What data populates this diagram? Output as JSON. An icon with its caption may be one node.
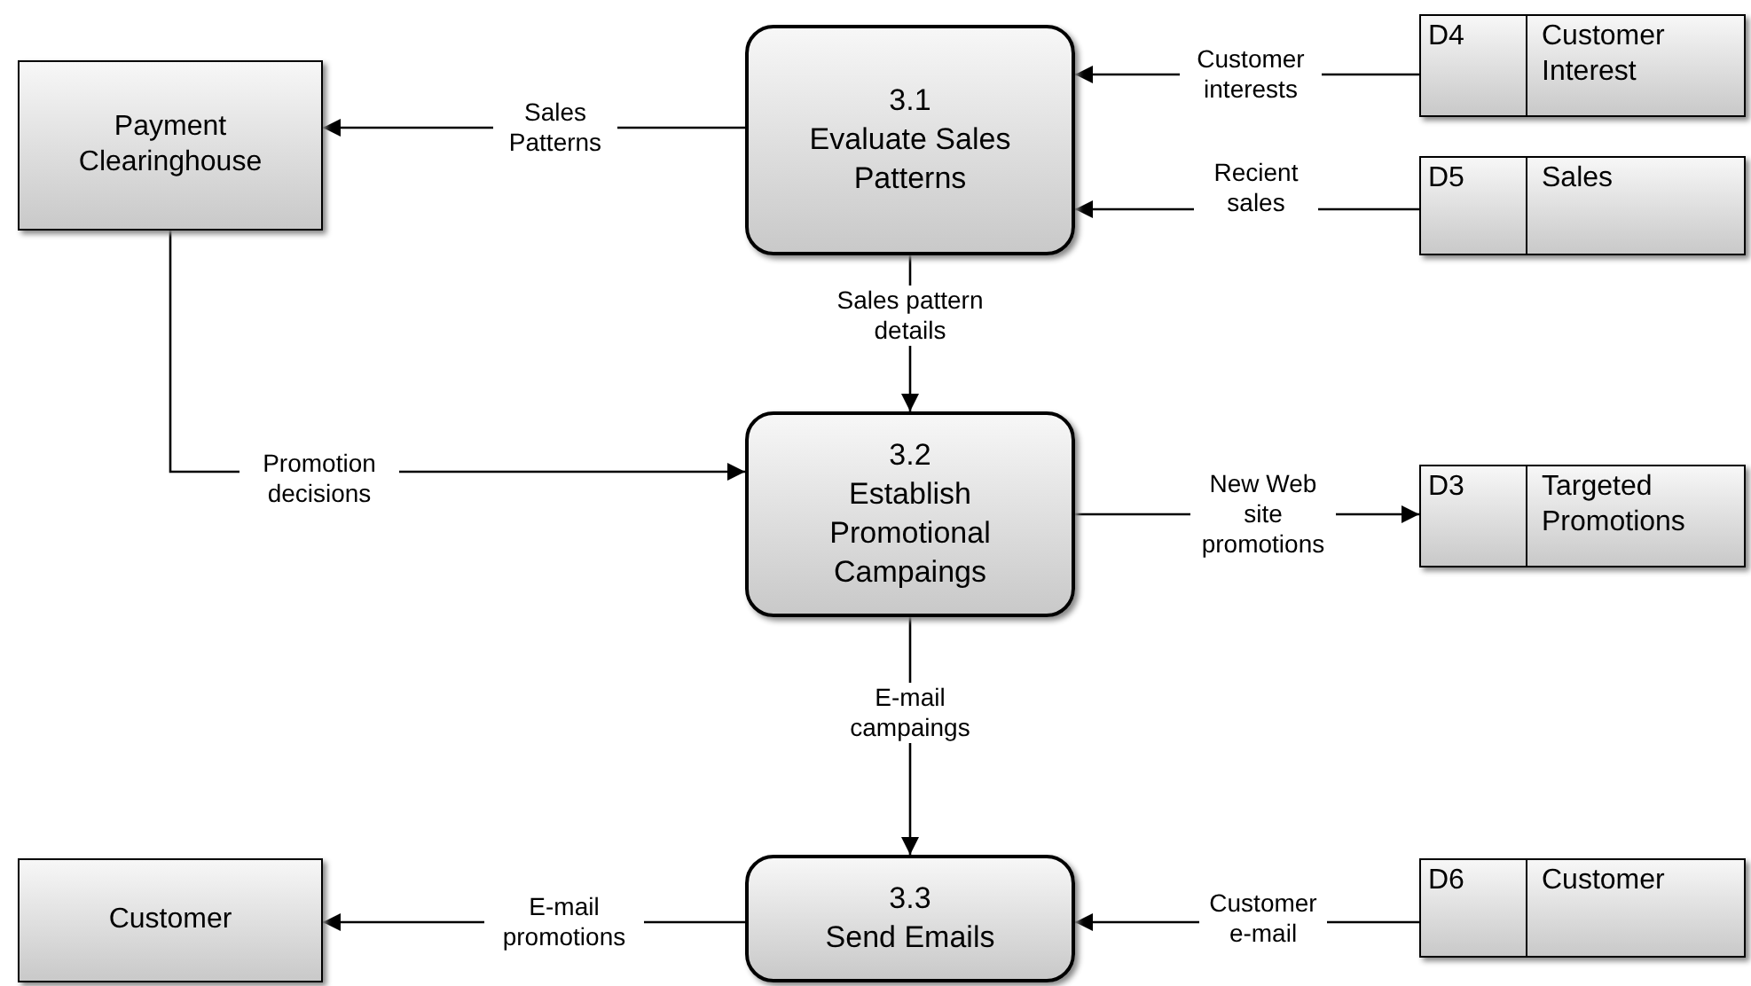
{
  "diagram": {
    "nodes": [
      {
        "text": [
          "Payment Clearinghouse"
        ]
      },
      {
        "text": [
          "3.1",
          "Evaluate Sales Patterns"
        ]
      },
      {
        "text": [
          "D4",
          "Customer Interest"
        ]
      },
      {
        "text": [
          "D5",
          "Sales"
        ]
      },
      {
        "text": [
          "3.2",
          "Establish Promotional Campaings"
        ]
      },
      {
        "text": [
          "D3",
          "Targeted Promotions"
        ]
      },
      {
        "text": [
          "Customer"
        ]
      },
      {
        "text": [
          "3.3",
          "Send Emails"
        ]
      },
      {
        "text": [
          "D6",
          "Customer"
        ]
      }
    ],
    "edges": [
      {
        "from": 1,
        "to": 0,
        "arrow": "to",
        "label": "Sales Patterns"
      },
      {
        "from": 2,
        "to": 1,
        "arrow": "to",
        "label": "Customer interests"
      },
      {
        "from": 3,
        "to": 1,
        "arrow": "to",
        "label": "Recient sales"
      },
      {
        "from": 1,
        "to": 4,
        "arrow": "to",
        "label": "Sales pattern details"
      },
      {
        "from": 0,
        "to": 4,
        "arrow": "to",
        "label": "Promotion decisions"
      },
      {
        "from": 4,
        "to": 5,
        "arrow": "to",
        "label": "New Web site promotions"
      },
      {
        "from": 4,
        "to": 7,
        "arrow": "to",
        "label": "E-mail campaings"
      },
      {
        "from": 7,
        "to": 6,
        "arrow": "to",
        "label": "E-mail promotions"
      },
      {
        "from": 8,
        "to": 7,
        "arrow": "to",
        "label": "Customer e-mail"
      }
    ]
  }
}
